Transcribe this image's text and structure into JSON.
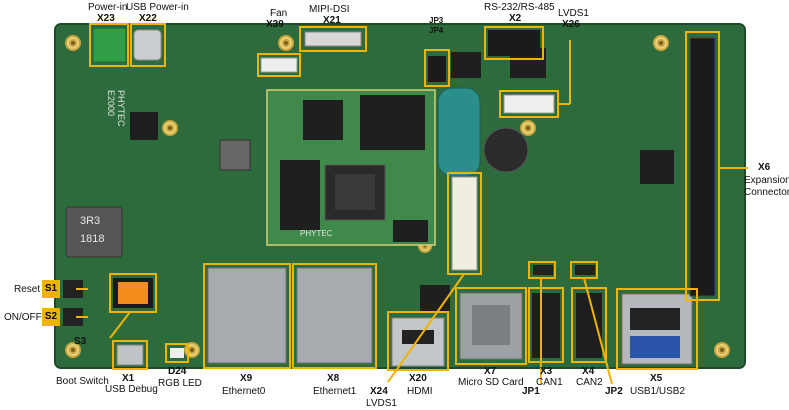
{
  "board": {
    "pcb_color": "#2e6b3c",
    "highlight_color": "#f0b400",
    "silkscreen_model": "E2000",
    "silkscreen_brand": "PHYTEC",
    "silkscreen_code": "3R3 1818",
    "som_silkscreen": "PHYTEC"
  },
  "labels": {
    "x23": {
      "name": "Power-in",
      "id": "X23"
    },
    "x22": {
      "name": "USB Power-in",
      "id": "X22"
    },
    "x39": {
      "name": "Fan",
      "id": "X39"
    },
    "x21": {
      "name": "MIPI-DSI",
      "id": "X21"
    },
    "jp3": {
      "id": "JP3"
    },
    "jp4": {
      "id": "JP4"
    },
    "x2": {
      "name": "RS-232/RS-485",
      "id": "X2"
    },
    "x26": {
      "name": "LVDS1",
      "id": "X26"
    },
    "x6": {
      "id": "X6",
      "name_line1": "Expansion",
      "name_line2": "Connector"
    },
    "s1": {
      "name": "Reset",
      "id": "S1"
    },
    "s2": {
      "name": "ON/OFF",
      "id": "S2"
    },
    "s3": {
      "id": "S3",
      "name": "Boot Switch"
    },
    "x1": {
      "id": "X1",
      "name": "USB Debug"
    },
    "d24": {
      "id": "D24",
      "name": "RGB LED"
    },
    "x9": {
      "id": "X9",
      "name": "Ethernet0"
    },
    "x8": {
      "id": "X8",
      "name": "Ethernet1"
    },
    "x24": {
      "id": "X24",
      "name": "LVDS1"
    },
    "x20": {
      "id": "X20",
      "name": "HDMI"
    },
    "x7": {
      "id": "X7",
      "name": "Micro SD Card"
    },
    "jp1": {
      "id": "JP1"
    },
    "x3": {
      "id": "X3",
      "name": "CAN1"
    },
    "x4": {
      "id": "X4",
      "name": "CAN2"
    },
    "jp2": {
      "id": "JP2"
    },
    "x5": {
      "id": "X5",
      "name": "USB1/USB2"
    }
  }
}
